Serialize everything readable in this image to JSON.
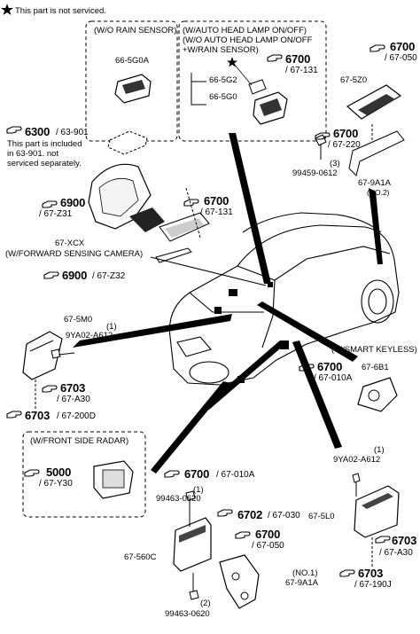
{
  "header": {
    "note": "This part is not serviced."
  },
  "box_rain": {
    "title": "(W/O RAIN SENSOR)",
    "part": "66-5G0A"
  },
  "box_headlamp": {
    "title_l1": "(W/AUTO HEAD LAMP ON/OFF)",
    "title_l2": "(W/O AUTO HEAD LAMP ON/OFF",
    "title_l3": "+W/RAIN SENSOR)",
    "ref": "6700",
    "ref_sub": "/ 67-131",
    "part_a": "66-5G2",
    "part_b": "66-5G0"
  },
  "left_top": {
    "ref": "6300",
    "ref_sub": "/ 63-901",
    "note_l1": "This part is included",
    "note_l2": "in  63-901. not",
    "note_l3": "serviced separately."
  },
  "camera": {
    "ref1": "6900",
    "ref1_sub": "/ 67-Z31",
    "ref2": "6700",
    "ref2_sub": "/ 67-131",
    "part": "67-XCX",
    "note": "(W/FORWARD SENSING CAMERA)",
    "ref3": "6900",
    "ref3_sub": "/ 67-Z32"
  },
  "right_top": {
    "ref1": "6700",
    "ref1_sub": "/ 67-050",
    "part1": "67-5Z0",
    "ref2": "6700",
    "ref2_sub": "/ 67-220",
    "bolt_qty": "(3)",
    "bolt": "99459-0612",
    "bracket": "67-9A1A",
    "bracket_note": "(NO.2)"
  },
  "left_mid": {
    "part": "67-5M0",
    "bolt_qty": "(1)",
    "bolt": "9YA02-A612",
    "ref1": "6703",
    "ref1_sub": "/ 67-A30",
    "ref2": "6703",
    "ref2_sub": "/ 67-200D"
  },
  "smart_keyless": {
    "title": "(W/SMART KEYLESS)",
    "ref": "6700",
    "ref_sub": "/ 67-010A",
    "part": "67-6B1"
  },
  "radar": {
    "title": "(W/FRONT SIDE RADAR)",
    "ref": "5000",
    "ref_sub": "/ 67-Y30"
  },
  "bottom_center": {
    "ref1": "6700",
    "ref1_sub": "/ 67-010A",
    "bolt1_qty": "(1)",
    "bolt1": "99463-0620",
    "ref2": "6702",
    "ref2_sub": "/ 67-030",
    "ref3": "6700",
    "ref3_sub": "/ 67-050",
    "part": "67-560C",
    "bracket_note": "(NO.1)",
    "bracket": "67-9A1A",
    "bolt2_qty": "(2)",
    "bolt2": "99463-0620"
  },
  "right_bottom": {
    "bolt_qty": "(1)",
    "bolt": "9YA02-A612",
    "part": "67-5L0",
    "ref1": "6703",
    "ref1_sub": "/ 67-A30",
    "ref2": "6703",
    "ref2_sub": "/ 67-190J"
  }
}
